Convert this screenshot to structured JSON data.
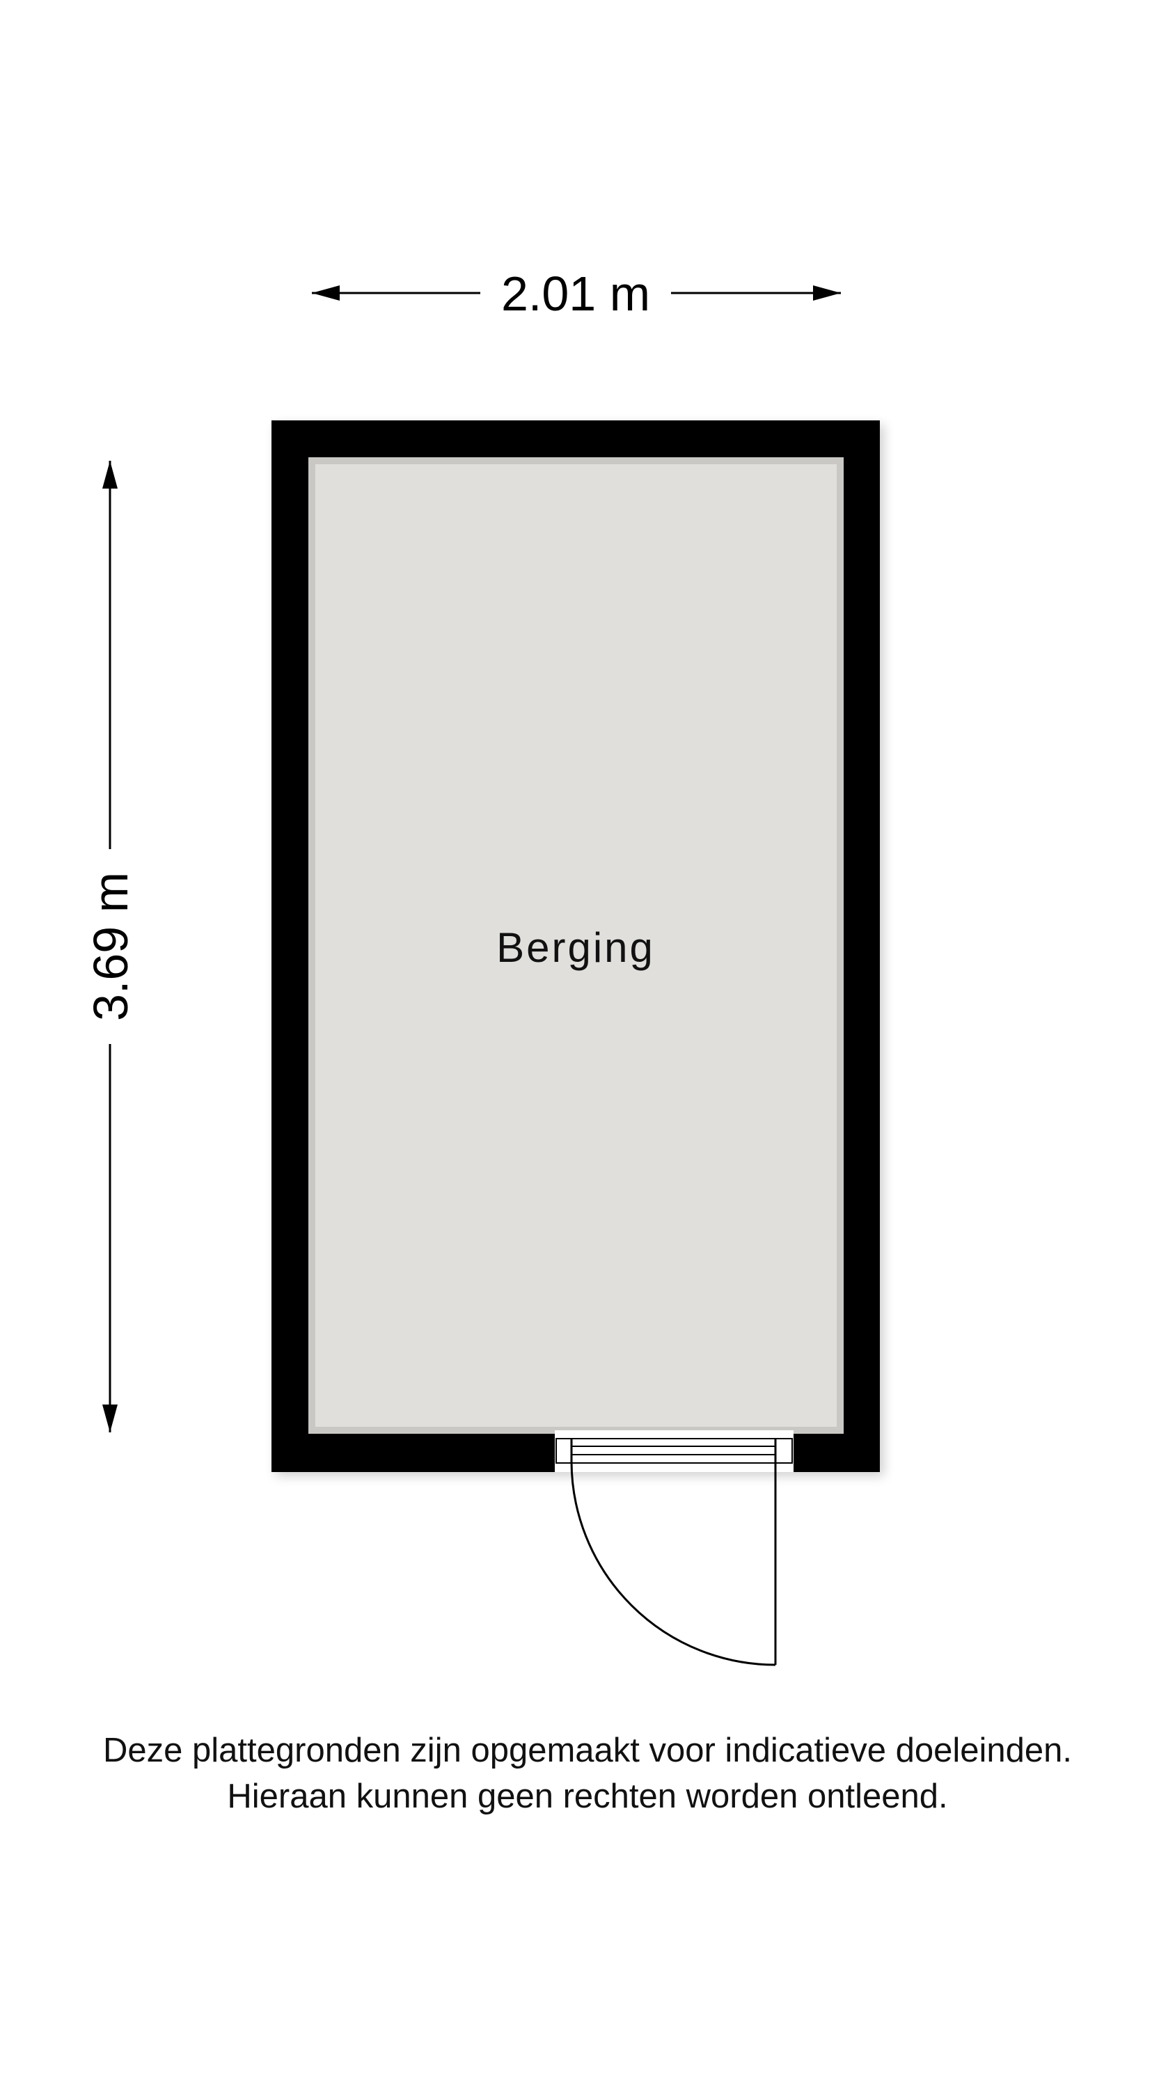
{
  "dimensions": {
    "width": "2.01 m",
    "height": "3.69 m"
  },
  "room": {
    "label": "Berging"
  },
  "colors": {
    "wall": "#000000",
    "floor": "#e0dfdc"
  },
  "disclaimer": {
    "line1": "Deze plattegronden zijn opgemaakt voor indicatieve doeleinden.",
    "line2": "Hieraan kunnen geen rechten worden ontleend."
  }
}
